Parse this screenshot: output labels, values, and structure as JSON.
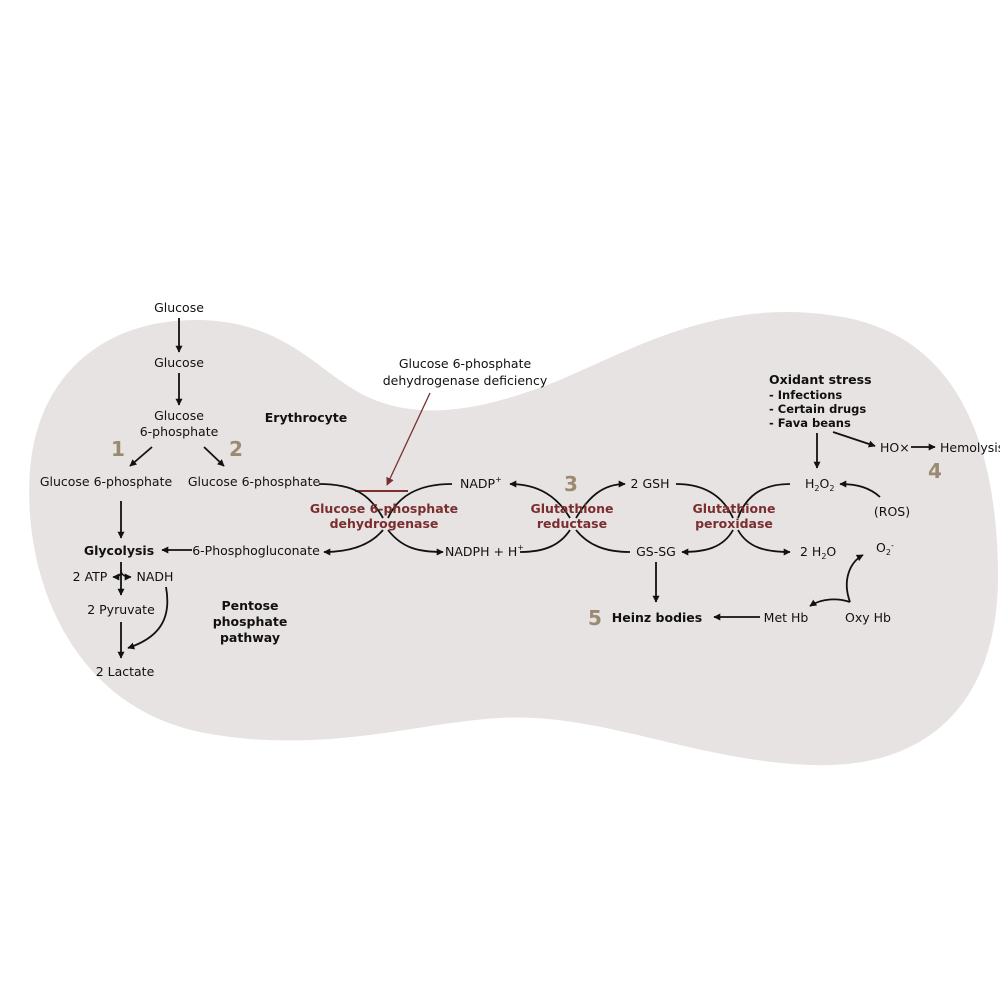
{
  "colors": {
    "cell_fill": "#e8e3e3",
    "arrow": "#111111",
    "enzyme_text": "#7a2e2e",
    "step_number": "#9b8a72",
    "deficiency_marker": "#7a2e2e"
  },
  "labels": {
    "glucose_outside": "Glucose",
    "glucose_inside": "Glucose",
    "g6p_top_1": "Glucose",
    "g6p_top_2": "6-phosphate",
    "cell_name": "Erythrocyte",
    "g6p_left": "Glucose 6-phosphate",
    "g6p_right": "Glucose 6-phosphate",
    "glycolysis": "Glycolysis",
    "atp": "2 ATP",
    "nadh": "NADH",
    "pyruvate": "2 Pyruvate",
    "lactate": "2 Lactate",
    "phosphogluconate": "6-Phosphogluconate",
    "ppp_1": "Pentose",
    "ppp_2": "phosphate",
    "ppp_3": "pathway",
    "deficiency_1": "Glucose 6-phosphate",
    "deficiency_2": "dehydrogenase deficiency",
    "nadp_plus": "NADP",
    "nadp_sup": "+",
    "nadph_h": "NADPH + H",
    "nadph_sup": "+",
    "gsh": "2 GSH",
    "gssg": "GS-SG",
    "heinz": "Heinz bodies",
    "h2o2_a": "H",
    "h2o2_b": "2",
    "h2o2_c": "O",
    "h2o2_d": "2",
    "h2o_a": "2 H",
    "h2o_b": "2",
    "h2o_c": "O",
    "ros": "(ROS)",
    "o2_a": "O",
    "o2_b": "2",
    "o2_c": "-",
    "oxy_hb": "Oxy Hb",
    "met_hb": "Met Hb",
    "oxidant_title": "Oxidant stress",
    "oxidant_1": "- Infections",
    "oxidant_2": "- Certain drugs",
    "oxidant_3": "- Fava beans",
    "hox": "HO",
    "hox_mark": "×",
    "hemolysis": "Hemolysis"
  },
  "enzymes": {
    "g6pd_1": "Glucose 6-phosphate",
    "g6pd_2": "dehydrogenase",
    "gr_1": "Glutathione",
    "gr_2": "reductase",
    "gpx_1": "Glutathione",
    "gpx_2": "peroxidase"
  },
  "steps": {
    "s1": "1",
    "s2": "2",
    "s3": "3",
    "s4": "4",
    "s5": "5"
  }
}
